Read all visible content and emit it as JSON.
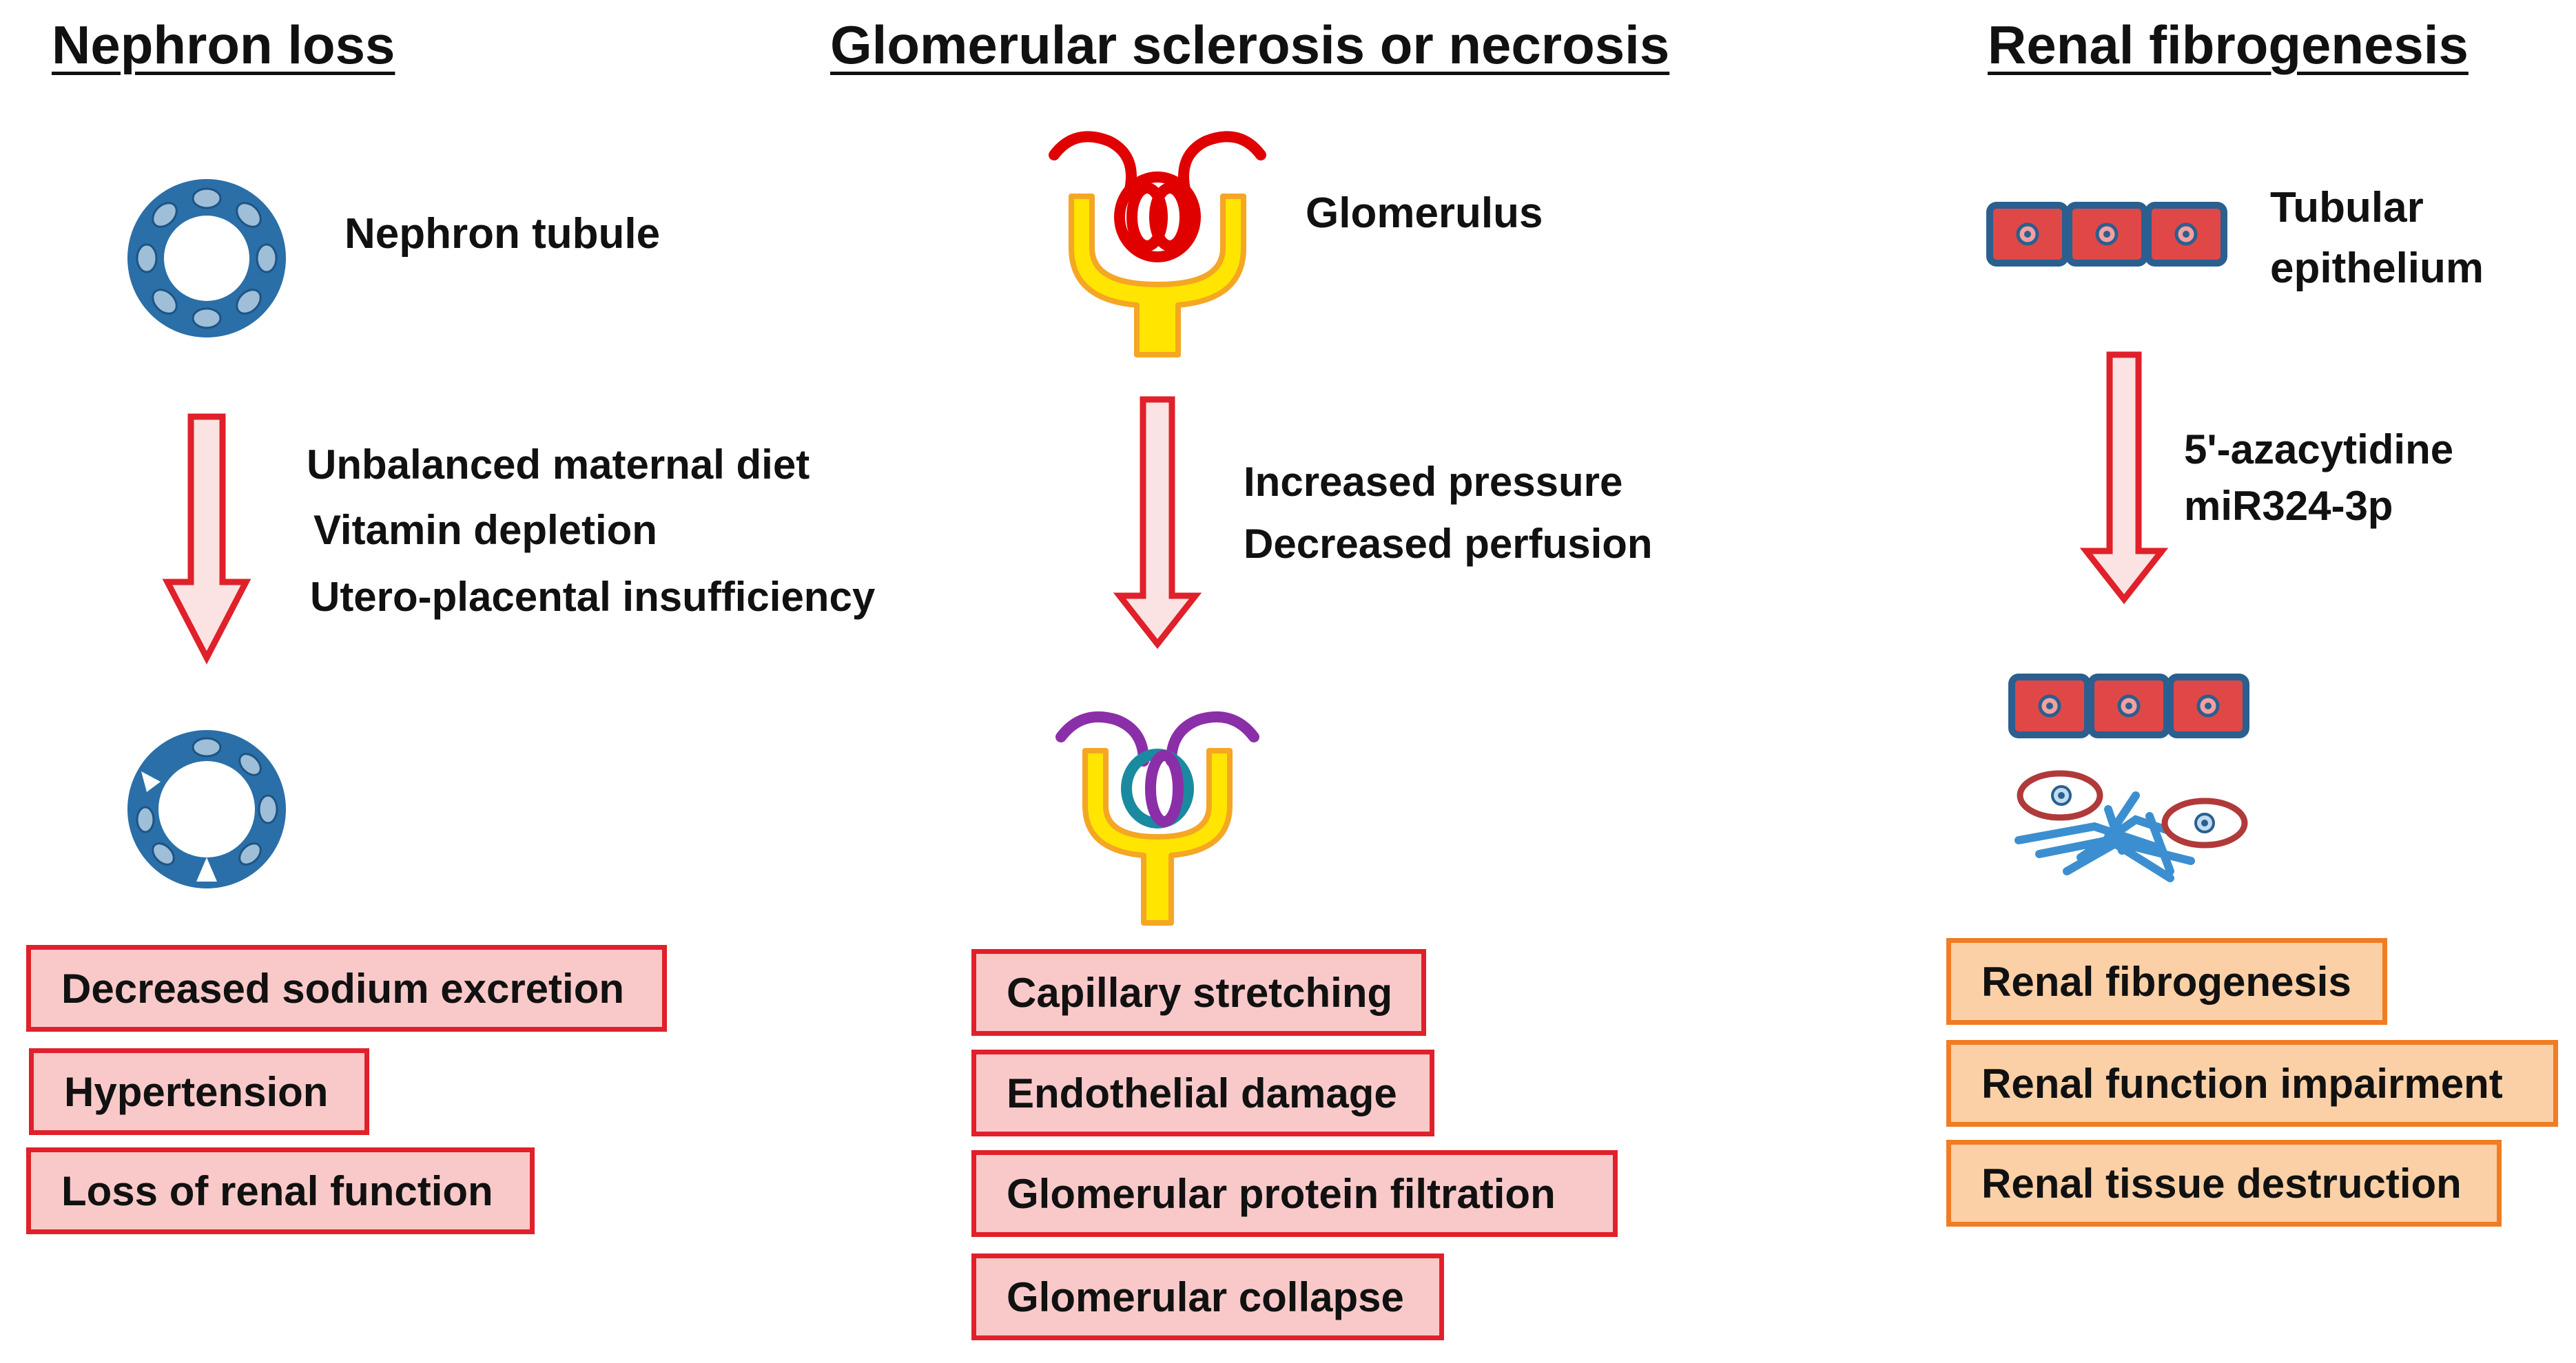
{
  "columns": [
    {
      "heading": "Nephron loss",
      "structure_label": "Nephron tubule",
      "causes": [
        "Unbalanced maternal diet",
        "Vitamin depletion",
        "Utero-placental insufficiency"
      ],
      "outcomes": [
        "Decreased sodium excretion",
        "Hypertension",
        "Loss of renal function"
      ]
    },
    {
      "heading": "Glomerular sclerosis or necrosis",
      "structure_label": "Glomerulus",
      "causes": [
        "Increased pressure",
        "Decreased perfusion"
      ],
      "outcomes": [
        "Capillary stretching",
        "Endothelial damage",
        "Glomerular protein filtration",
        "Glomerular collapse"
      ]
    },
    {
      "heading": "Renal fibrogenesis",
      "structure_label_lines": [
        "Tubular",
        "epithelium"
      ],
      "causes": [
        "5'-azacytidine",
        "miR324-3p"
      ],
      "outcomes": [
        "Renal fibrogenesis",
        "Renal function impairment",
        "Renal tissue destruction"
      ]
    }
  ],
  "colors": {
    "arrow_outline": "#e0202a",
    "arrow_fill": "#fbe3e3",
    "red_box_fill": "#f9c9c9",
    "red_box_border": "#e0202a",
    "orange_box_fill": "#fbd0a6",
    "orange_box_border": "#f07c24",
    "tubule_blue": "#2a6fa8",
    "glomerulus_red": "#e00000",
    "glomerulus_yellow": "#ffe500",
    "glomerulus_orange": "#f5a623",
    "damaged_purple": "#8b2fa8",
    "damaged_teal": "#1a8aa0",
    "cell_fill": "#e04848",
    "cell_border": "#2a5f8f",
    "fibroblast_border": "#b03a3a",
    "fiber_blue": "#3b8fd0"
  }
}
